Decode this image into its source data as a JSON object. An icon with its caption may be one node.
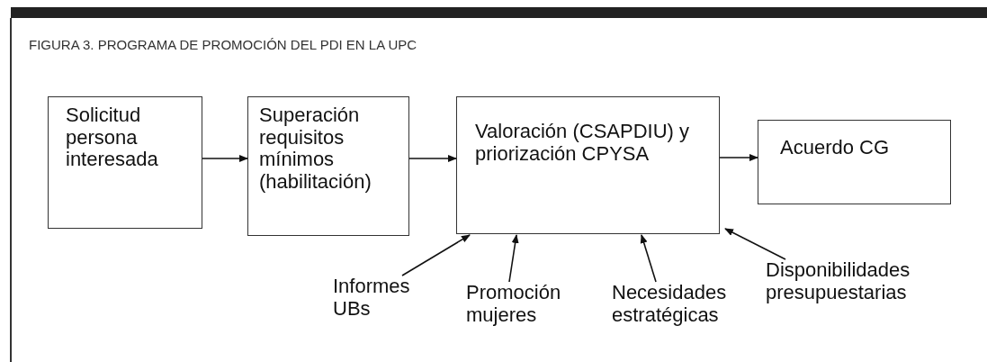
{
  "diagram": {
    "title": "FIGURA 3. PROGRAMA DE PROMOCIÓN DEL PDI EN LA UPC",
    "nodes": [
      {
        "text": [
          "Solicitud persona interesada"
        ]
      },
      {
        "text": [
          "Superación requisitos mínimos (habilitación)"
        ]
      },
      {
        "text": [
          "Valoración (CSAPDIU) y priorización CPYSA"
        ]
      },
      {
        "text": [
          "Acuerdo CG"
        ]
      },
      {
        "text": [
          "Informes UBs"
        ]
      },
      {
        "text": [
          "Promoción mujeres"
        ]
      },
      {
        "text": [
          "Necesidades estratégicas"
        ]
      },
      {
        "text": [
          "Disponibilidades presupuestarias"
        ]
      }
    ],
    "edges": [
      {
        "from": 0,
        "to": 1,
        "arrow": "to"
      },
      {
        "from": 1,
        "to": 2,
        "arrow": "to"
      },
      {
        "from": 2,
        "to": 3,
        "arrow": "to"
      },
      {
        "from": 4,
        "to": 2,
        "arrow": "to"
      },
      {
        "from": 5,
        "to": 2,
        "arrow": "to"
      },
      {
        "from": 6,
        "to": 2,
        "arrow": "to"
      },
      {
        "from": 7,
        "to": 2,
        "arrow": "to"
      }
    ]
  }
}
